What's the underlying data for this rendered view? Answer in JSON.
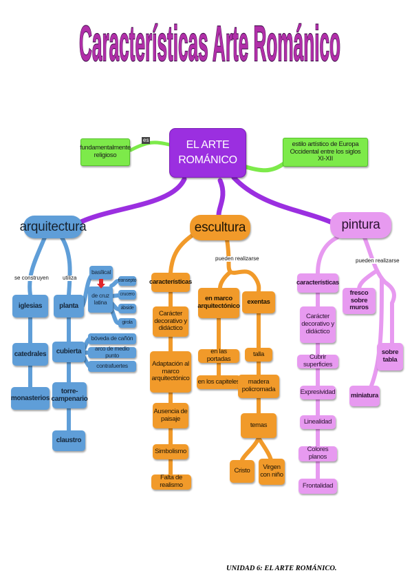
{
  "title": "Características Arte Románico",
  "footer": "UNIDAD 6: EL ARTE ROMÁNICO.",
  "colors": {
    "main": "#9b2fe0",
    "green": "#7dea4a",
    "blue": "#5f9ed8",
    "orange": "#f19a2a",
    "pink": "#e79af0",
    "title_fill": "#b02fa8"
  },
  "central": {
    "label": "EL ARTE ROMÁNICO"
  },
  "left_note": {
    "label": "fundamentalmente religioso",
    "link": "es"
  },
  "right_note": {
    "label": "estilo artístico de Europa Occidental entre los siglos XI-XII"
  },
  "arquitectura": {
    "label": "arquitectura",
    "link_left": "se construyen",
    "link_right": "utiliza",
    "buildings": [
      "iglesias",
      "catedrales",
      "monasterios"
    ],
    "elements": [
      "planta",
      "cubierta",
      "torre-campenario",
      "claustro"
    ],
    "planta": {
      "main": "basílical",
      "cruz": "de cruz latina",
      "parts": [
        "transepto",
        "crucero",
        "ábside",
        "girola"
      ]
    },
    "cubierta": [
      "bóveda de cañón",
      "arco de medio punto",
      "contrafuertes"
    ]
  },
  "escultura": {
    "label": "escultura",
    "link": "pueden realizarse",
    "caracteristicas": "características",
    "items": [
      "Carácter decorativo y didáctico",
      "Adaptación al marco arquitectónico",
      "Ausencia de paisaje",
      "Simbolismo",
      "Falta de realismo"
    ],
    "marco": {
      "label": "en marco arquitectónico",
      "items": [
        "en las portadas",
        "en los capiteles"
      ]
    },
    "exentas": {
      "label": "exentas",
      "items": [
        "talla",
        "madera policromada"
      ],
      "temas": "temas",
      "temas_items": [
        "Cristo",
        "Virgen con niño"
      ]
    }
  },
  "pintura": {
    "label": "pintura",
    "link": "pueden realizarse",
    "caracteristicas": "características",
    "items": [
      "Carácter decorativo y didáctico",
      "Cubrir superficies",
      "Expresividad",
      "Linealidad",
      "Colores planos",
      "Frontalidad"
    ],
    "fresco": "fresco sobre muros",
    "tabla": "sobre tabla",
    "miniatura": "miniatura"
  }
}
